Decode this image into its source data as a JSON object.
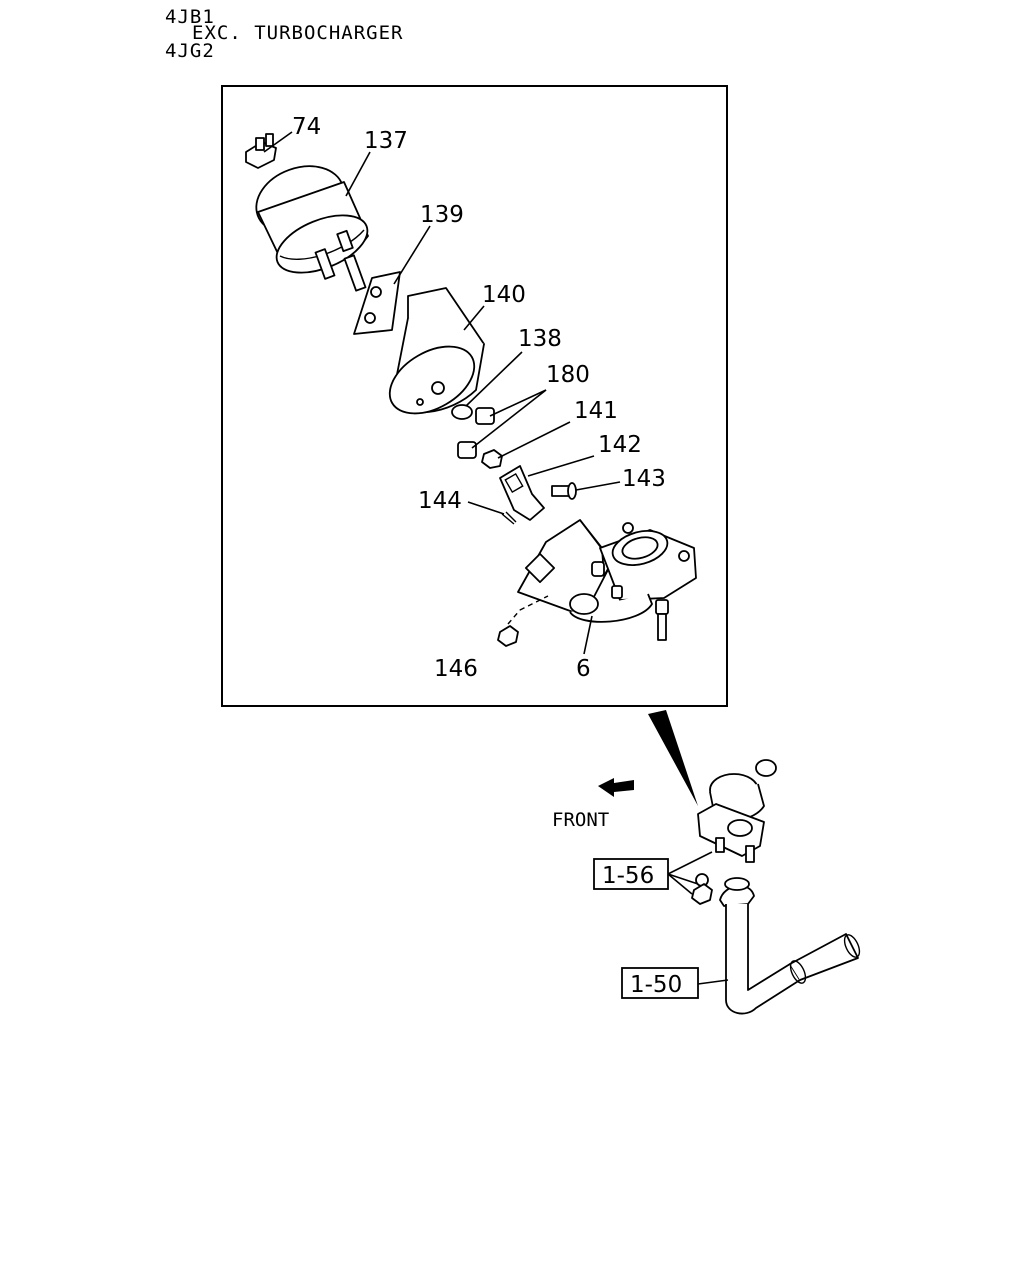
{
  "header": {
    "line1": "4JB1",
    "line2": "EXC. TURBOCHARGER",
    "line3": "4JG2"
  },
  "callouts": {
    "c74": "74",
    "c137": "137",
    "c139": "139",
    "c140": "140",
    "c138": "138",
    "c180": "180",
    "c141": "141",
    "c142": "142",
    "c143": "143",
    "c144": "144",
    "c146": "146",
    "c6": "6"
  },
  "overview": {
    "front_label": "FRONT",
    "ref_1_56": "1-56",
    "ref_1_50": "1-50"
  }
}
